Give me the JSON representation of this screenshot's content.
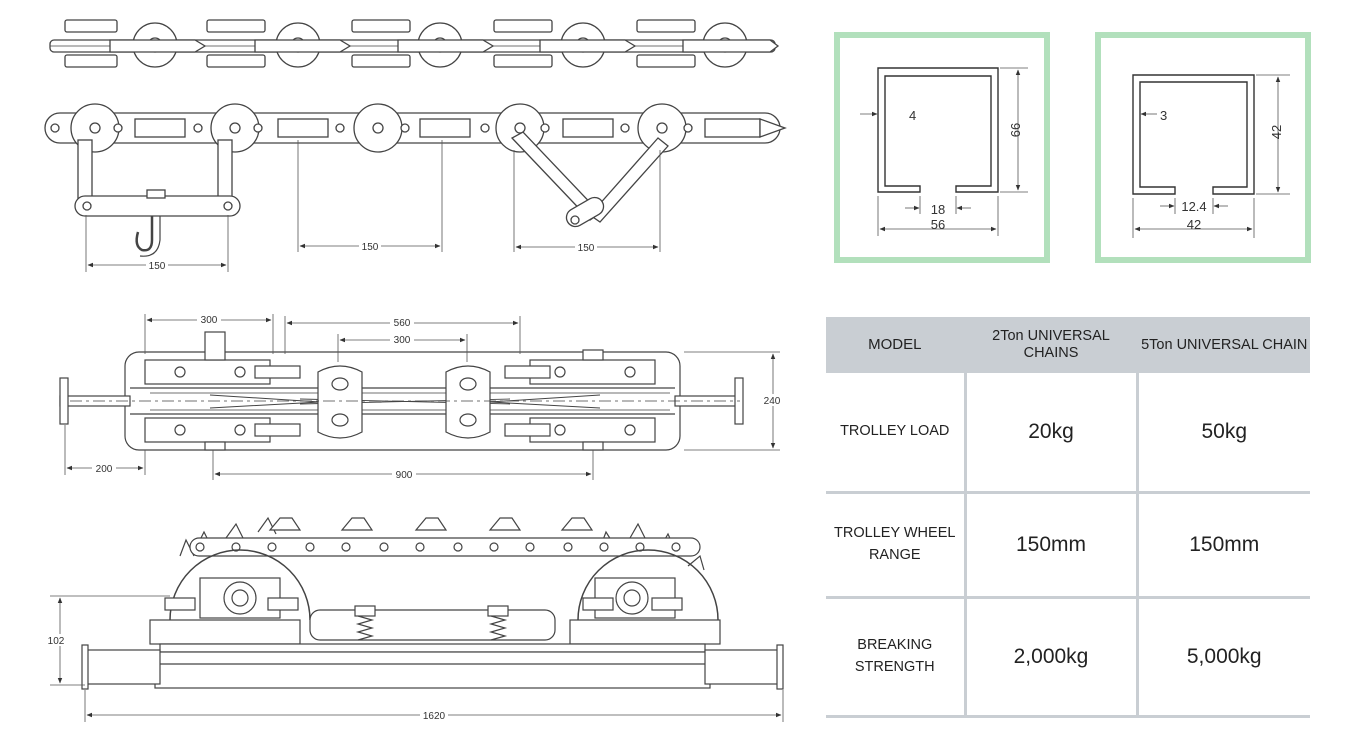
{
  "chain_drawings": {
    "pitch_left": "150",
    "pitch_middle": "150",
    "pitch_right": "150"
  },
  "trolley_assembly": {
    "dim_300_top": "300",
    "dim_560": "560",
    "dim_300_inner": "300",
    "dim_240": "240",
    "dim_200": "200",
    "dim_900": "900"
  },
  "drive_unit": {
    "dim_102": "102",
    "dim_1620": "1620"
  },
  "profile_2ton": {
    "thickness": "4",
    "height": "66",
    "slot": "18",
    "width": "56"
  },
  "profile_5ton": {
    "thickness": "3",
    "height": "42",
    "slot": "12.4",
    "width": "42"
  },
  "colors": {
    "frame_green": "#b2e0bc",
    "table_header": "#c9ced3",
    "line": "#444444"
  },
  "spec_table": {
    "header": {
      "model": "MODEL",
      "col2": "2Ton UNIVERSAL CHAINS",
      "col3": "5Ton UNIVERSAL CHAIN"
    },
    "rows": [
      {
        "label": "TROLLEY LOAD",
        "v2": "20kg",
        "v3": "50kg"
      },
      {
        "label": "TROLLEY WHEEL RANGE",
        "v2": "150mm",
        "v3": "150mm"
      },
      {
        "label": "BREAKING STRENGTH",
        "v2": "2,000kg",
        "v3": "5,000kg"
      }
    ]
  }
}
